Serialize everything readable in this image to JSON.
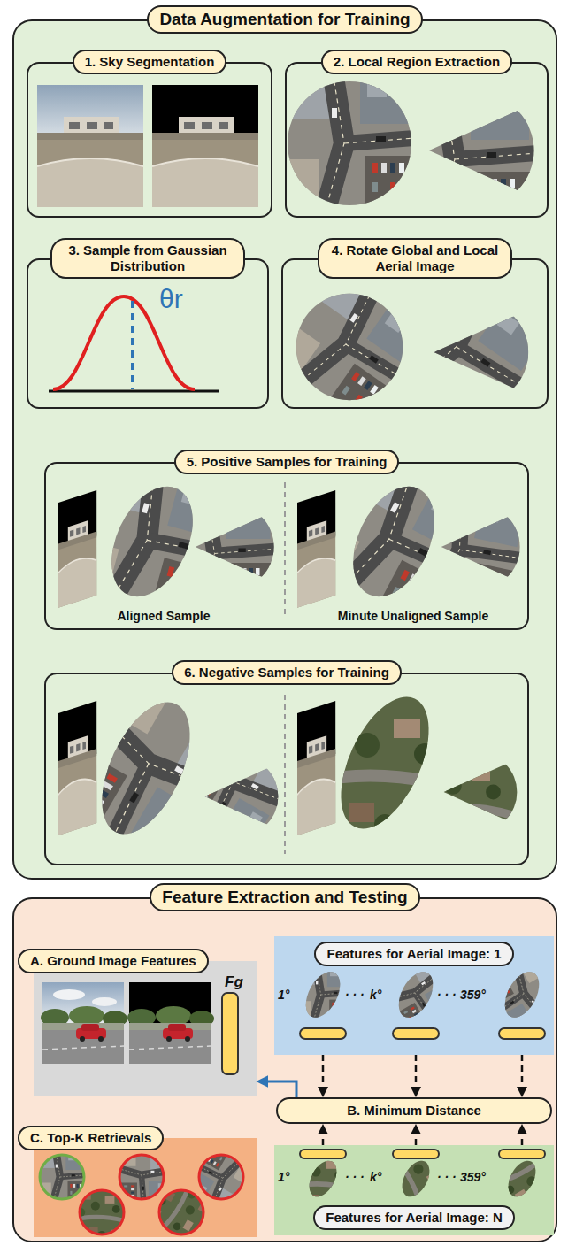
{
  "diagram": {
    "nodes": [
      {
        "text": [
          "Data Augmentation for Training"
        ]
      },
      {
        "text": [
          "1. Sky Segmentation"
        ],
        "in": 0
      },
      {
        "text": [
          "2. Local Region Extraction"
        ],
        "in": 0
      },
      {
        "text": [
          "3. Sample from Gaussian Distribution"
        ],
        "in": 0
      },
      {
        "text": [
          "4. Rotate Global and Local Aerial Image"
        ],
        "in": 0
      },
      {
        "text": [
          "5. Positive Samples for Training"
        ],
        "in": 0
      },
      {
        "text": [
          "6. Negative Samples for Training"
        ],
        "in": 0
      },
      {
        "text": [
          "Feature Extraction and Testing"
        ]
      },
      {
        "text": [
          "A. Ground Image Features"
        ],
        "in": 7
      },
      {
        "text": [
          "Features for Aerial Image: 1"
        ],
        "in": 7
      },
      {
        "text": [
          "B. Minimum Distance"
        ],
        "in": 7
      },
      {
        "text": [
          "C. Top-K Retrievals"
        ],
        "in": 7
      },
      {
        "text": [
          "Features for Aerial Image: N"
        ],
        "in": 7
      }
    ],
    "edges": [
      {
        "from": 9,
        "to": 10,
        "arrow": "to"
      },
      {
        "from": 9,
        "to": 10,
        "arrow": "to"
      },
      {
        "from": 9,
        "to": 10,
        "arrow": "to"
      },
      {
        "from": 12,
        "to": 10,
        "arrow": "to"
      },
      {
        "from": 12,
        "to": 10,
        "arrow": "to"
      },
      {
        "from": 12,
        "to": 10,
        "arrow": "to"
      },
      {
        "from": 10,
        "to": 8,
        "arrow": "to"
      }
    ],
    "labels": [
      "θr",
      "Aligned Sample",
      "Minute Unaligned Sample",
      "Fg",
      "1°",
      "· · ·",
      "k°",
      "· · ·",
      "359°",
      "1°",
      "· · ·",
      "k°",
      "· · ·",
      "359°"
    ]
  }
}
